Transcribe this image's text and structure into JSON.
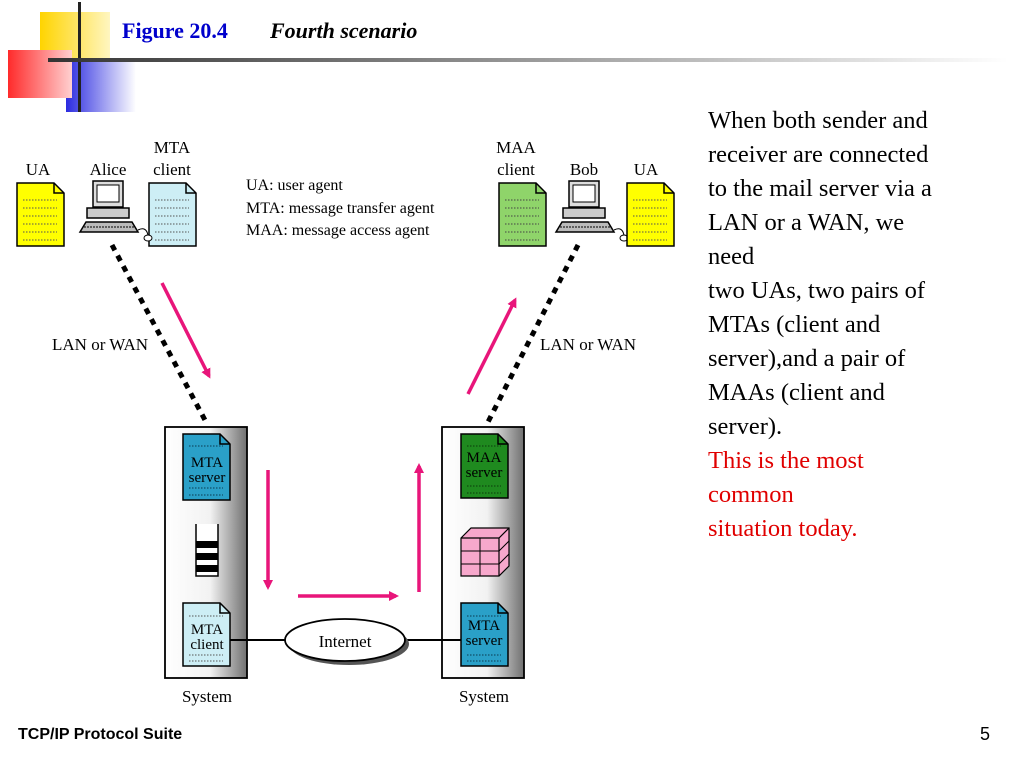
{
  "header": {
    "figure_label": "Figure 20.4",
    "figure_title": "Fourth scenario"
  },
  "diagram": {
    "left": {
      "ua": "UA",
      "user": "Alice",
      "mta_client": [
        "MTA",
        "client"
      ],
      "link": "LAN or WAN",
      "system": "System",
      "mta_server": [
        "MTA",
        "server"
      ],
      "mta_client_box": [
        "MTA",
        "client"
      ]
    },
    "right": {
      "maa_client": [
        "MAA",
        "client"
      ],
      "user": "Bob",
      "ua": "UA",
      "link": "LAN or WAN",
      "system": "System",
      "maa_server": [
        "MAA",
        "server"
      ],
      "mta_server": [
        "MTA",
        "server"
      ]
    },
    "legend": [
      "UA: user agent",
      "MTA: message transfer agent",
      "MAA: message access agent"
    ],
    "internet": "Internet"
  },
  "description": {
    "lines": [
      "When both sender and",
      "receiver are connected",
      "to the mail server via a",
      "LAN or a WAN, we",
      "need",
      "two UAs, two pairs of",
      "MTAs (client and",
      "server),and a pair of",
      "MAAs (client and",
      "server)."
    ],
    "highlight": [
      "This is the most",
      "common",
      "situation today."
    ]
  },
  "footer": {
    "left": "TCP/IP Protocol Suite",
    "page": "5"
  },
  "colors": {
    "ua_doc": "#ffff00",
    "mta_client_doc": "#cdeef5",
    "maa_client_doc": "#8fd46a",
    "mta_server_doc": "#2aa0c8",
    "maa_server_doc": "#1f8a1f",
    "arrow": "#e8157a",
    "highlight_text": "#e00000"
  }
}
